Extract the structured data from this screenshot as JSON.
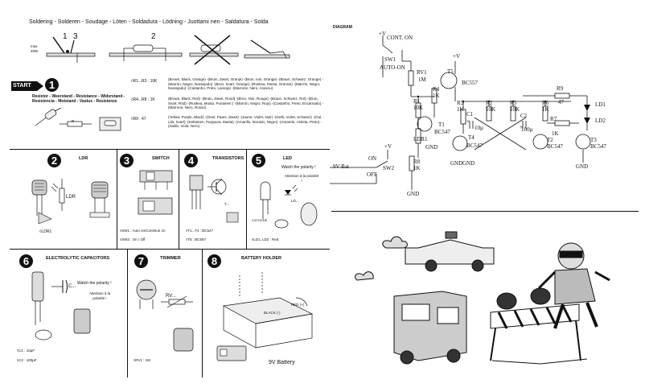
{
  "header": {
    "title": "Soldering - Solderen - Soudage - Löten - Soldadura - Lödning - Juottami nen - Saldatura - Solda",
    "step1": "1",
    "step3": "3",
    "step2": "2",
    "iron": "max\n40W"
  },
  "start": {
    "label": "START",
    "number": "1",
    "resistor_title": "Resistor - Weerstand - Résistance - Widerstand - Resistencia - Motstand - Vastus - Resistenze",
    "r1": "◊R1...R3 : 10K",
    "r1_desc": "(Brown, Black, Orange) -(Bruin, Zwart, Oranje) -(Brun, noir, Orange) -(Braun, Schwarz, Orange) -(Marrón, Negro, Naranjado) -(Brun, Svart, Orange) -(Ruskea, Musta, Oranssi) -(Marrón, Negro, Naranjado) -(Castanho, Preto, Laranja) -(Marrone, Nero, Arancio)",
    "r4": "◊R4...R8 : 1K",
    "r4_desc": "(Brown, Black, Red) -(Bruin, Zwart, Rood) -(Brun, Noir, Rouge) -(Braun, Schwarz, Rot) -(Brun, Svart, Röd) -(Ruskea, Musta, Punainen ) -(Marrón, Negro, Rojo) -(Castanho, Preto, Encarnado) -(Marrone, Nero, Rosso)",
    "r9": "◊R9 : 47",
    "r9_desc": "(Yellow, Purple, Black) -(Geel, Paars, Zwart) -(Jaune, Violet, Noir) -(Gelb, Violet, Schwarz) -(Gul, Lila, Svart) -(Keltainen, Purppura, Musta) -(Amarillo, Morado, Negro) -(Amarelo, Violeta, Preto) -(Giallo, Viola, Nero)",
    "r_label": "R"
  },
  "sections": {
    "ldr": {
      "n": "2",
      "title": "LDR",
      "label": "LDR",
      "caption": "◊LDR1"
    },
    "switch": {
      "n": "3",
      "title": "SWITCH",
      "cap1": "◊SW1 : Auto on/Continue on",
      "cap2": "◊SW2 : On / Off"
    },
    "trans": {
      "n": "4",
      "title": "TRANSISTORS",
      "label": "T...",
      "cap1": "◊T1...T4 : BC547",
      "cap2": "◊T5 : BC557"
    },
    "led": {
      "n": "5",
      "title": "LED",
      "watch": "Watch the polarity !",
      "attn": "Attention à la polarité !",
      "ld": "LD...",
      "cathode": "CATHODE",
      "cap": "◊LD1, LD2 : Red"
    },
    "cap": {
      "n": "6",
      "title": "ELECTROLYTIC CAPACITORS",
      "label": "C...",
      "watch": "Watch the polarity !",
      "attn": "Attention à la polarité !",
      "c1": "◊C1 : 10µF",
      "c2": "◊C2 : 100µF"
    },
    "trim": {
      "n": "7",
      "title": "TRIMMER",
      "label": "RV...",
      "cap": "◊RV1 : 1M"
    },
    "batt": {
      "n": "8",
      "title": "BATTERY HOLDER",
      "red": "RED (+)",
      "black": "BLACK (-)",
      "battery": "9V Battery"
    }
  },
  "diagram": {
    "title": "DIAGRAM",
    "v1": "+V",
    "cont": "CONT. ON",
    "sw1": "SW1",
    "auto": "AUTO-ON",
    "rv1": "RV1",
    "rv1v": "1M",
    "r1": "R1",
    "r1v": "10K",
    "r4": "R4",
    "r4v": "1K",
    "ldr": "LDR1",
    "t1": "T1",
    "t1v": "BC547",
    "t5": "T5",
    "t5v": "BC557",
    "gnd": "GND",
    "r8": "R8",
    "r8v": "1K",
    "r5": "R5",
    "r5v": "1K",
    "c1": "C1",
    "c1v": "10µ",
    "r2": "R2",
    "r2v": "10K",
    "r3": "R3",
    "r3v": "10K",
    "c2": "C2",
    "c2v": "100µ",
    "r6": "R6",
    "r6v": "1K",
    "r7": "R7",
    "r7v": "1K",
    "r9": "R9",
    "r9v": "47",
    "ld1": "LD1",
    "ld2": "LD2",
    "t2": "T2",
    "t2v": "BC547",
    "t3": "T3",
    "t3v": "BC547",
    "t4": "T4",
    "t4v": "BC547",
    "bat": "9V Bat",
    "on": "ON",
    "off": "OFF",
    "sw2": "SW2",
    "plus": "+V",
    "plus2": "+V",
    "plus3": "+V",
    "cplus": "+",
    "c2plus": "+"
  }
}
